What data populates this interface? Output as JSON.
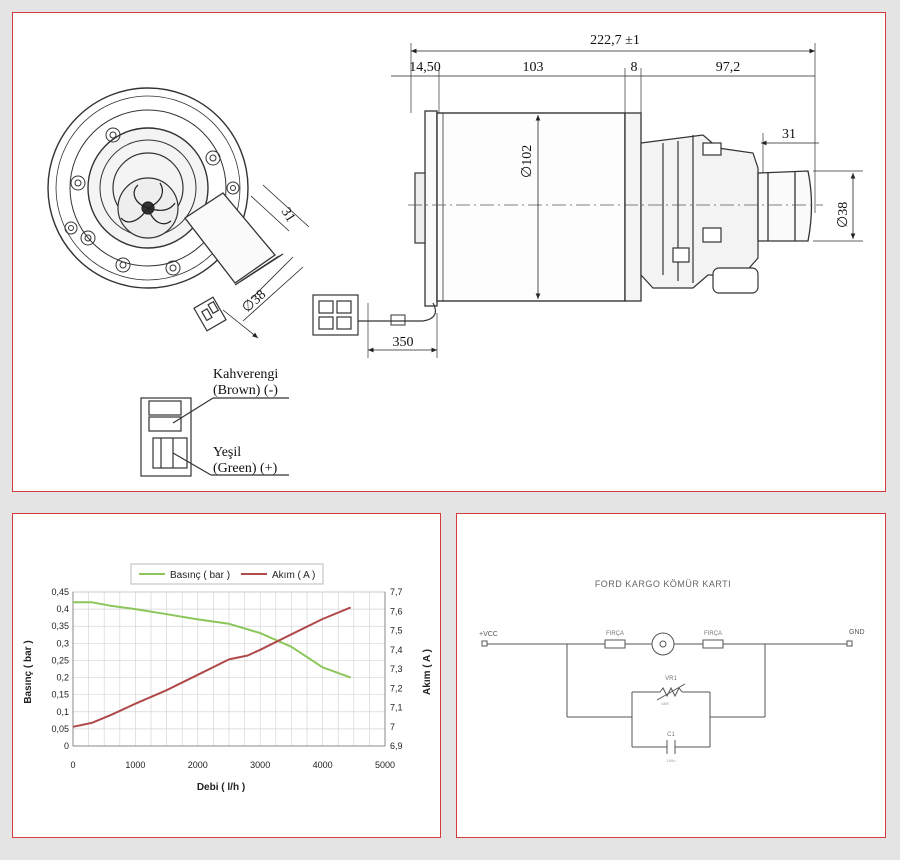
{
  "drawing": {
    "overall_length": "222,7 ±1",
    "seg_flange": "14,50",
    "seg_body": "103",
    "seg_gap": "8",
    "seg_head": "97,2",
    "outlet_length": "31",
    "body_diameter": "∅102",
    "outlet_diameter": "∅38",
    "cable_length": "350",
    "front_outlet_length": "31",
    "front_outlet_diameter": "∅38",
    "connector_brown_line1": "Kahverengi",
    "connector_brown_line2": "(Brown) (-)",
    "connector_green_line1": "Yeşil",
    "connector_green_line2": "(Green) (+)"
  },
  "chart_data": {
    "type": "line",
    "title": "",
    "xlabel": "Debi ( l/h )",
    "ylabel": "Basınç ( bar )",
    "y2label": "Akım ( A )",
    "xlim": [
      0,
      5000
    ],
    "ylim": [
      0,
      0.45
    ],
    "y2lim": [
      6.9,
      7.7
    ],
    "x_ticks": [
      "0",
      "1000",
      "2000",
      "3000",
      "4000",
      "5000"
    ],
    "y_ticks": [
      "0",
      "0,05",
      "0,1",
      "0,15",
      "0,2",
      "0,25",
      "0,3",
      "0,35",
      "0,4",
      "0,45"
    ],
    "y2_ticks": [
      "6,9",
      "7",
      "7,1",
      "7,2",
      "7,3",
      "7,4",
      "7,5",
      "7,6",
      "7,7"
    ],
    "grid": true,
    "legend_position": "top",
    "series": [
      {
        "name": "Basınç ( bar )",
        "axis": "left",
        "color": "#8cc65a",
        "x": [
          0,
          300,
          600,
          1000,
          1500,
          2000,
          2500,
          3000,
          3500,
          4000,
          4450
        ],
        "y": [
          0.42,
          0.42,
          0.41,
          0.4,
          0.385,
          0.37,
          0.357,
          0.33,
          0.29,
          0.23,
          0.2
        ]
      },
      {
        "name": "Akım ( A )",
        "axis": "right",
        "color": "#b04a4a",
        "x": [
          0,
          300,
          600,
          1000,
          1500,
          2000,
          2500,
          2800,
          3000,
          3500,
          4000,
          4450
        ],
        "y": [
          7.0,
          7.02,
          7.06,
          7.12,
          7.19,
          7.27,
          7.35,
          7.37,
          7.4,
          7.48,
          7.56,
          7.62
        ]
      }
    ]
  },
  "circuit": {
    "title": "FORD KARGO KÖMÜR KARTI",
    "vcc_label": "+VCC",
    "gnd_label": "GND",
    "brush1_label": "FIRÇA",
    "brush2_label": "FIRÇA",
    "varistor_label": "VR1",
    "varistor_sub": "VAR",
    "capacitor_label": "C1",
    "capacitor_sub": "100n"
  }
}
